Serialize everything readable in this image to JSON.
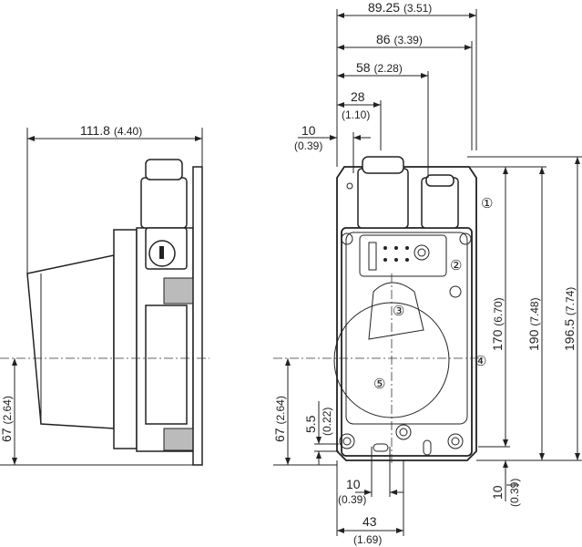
{
  "dimensions": {
    "side_width": {
      "value": "111.8",
      "inch": "(4.40)"
    },
    "total_width": {
      "value": "89.25",
      "inch": "(3.51)"
    },
    "body_width": {
      "value": "86",
      "inch": "(3.39)"
    },
    "connector2_offset": {
      "value": "58",
      "inch": "(2.28)"
    },
    "connector1_offset": {
      "value": "28",
      "inch": "(1.10)"
    },
    "hole_offset_top": {
      "value": "10",
      "inch": "(0.39)"
    },
    "height_170": {
      "value": "170",
      "inch": "(6.70)"
    },
    "height_190": {
      "value": "190",
      "inch": "(7.48)"
    },
    "height_196": {
      "value": "196.5",
      "inch": "(7.74)"
    },
    "axis_height_side": {
      "value": "67",
      "inch": "(2.64)"
    },
    "axis_height_front": {
      "value": "67",
      "inch": "(2.64)"
    },
    "slot_height": {
      "value": "5.5",
      "inch": "(0.22)"
    },
    "slot_width": {
      "value": "10",
      "inch": "(0.39)"
    },
    "center_offset": {
      "value": "43",
      "inch": "(1.69)"
    },
    "bottom_hole": {
      "value": "10",
      "inch": "(0.39)"
    }
  },
  "callouts": [
    "①",
    "②",
    "③",
    "④",
    "⑤"
  ]
}
